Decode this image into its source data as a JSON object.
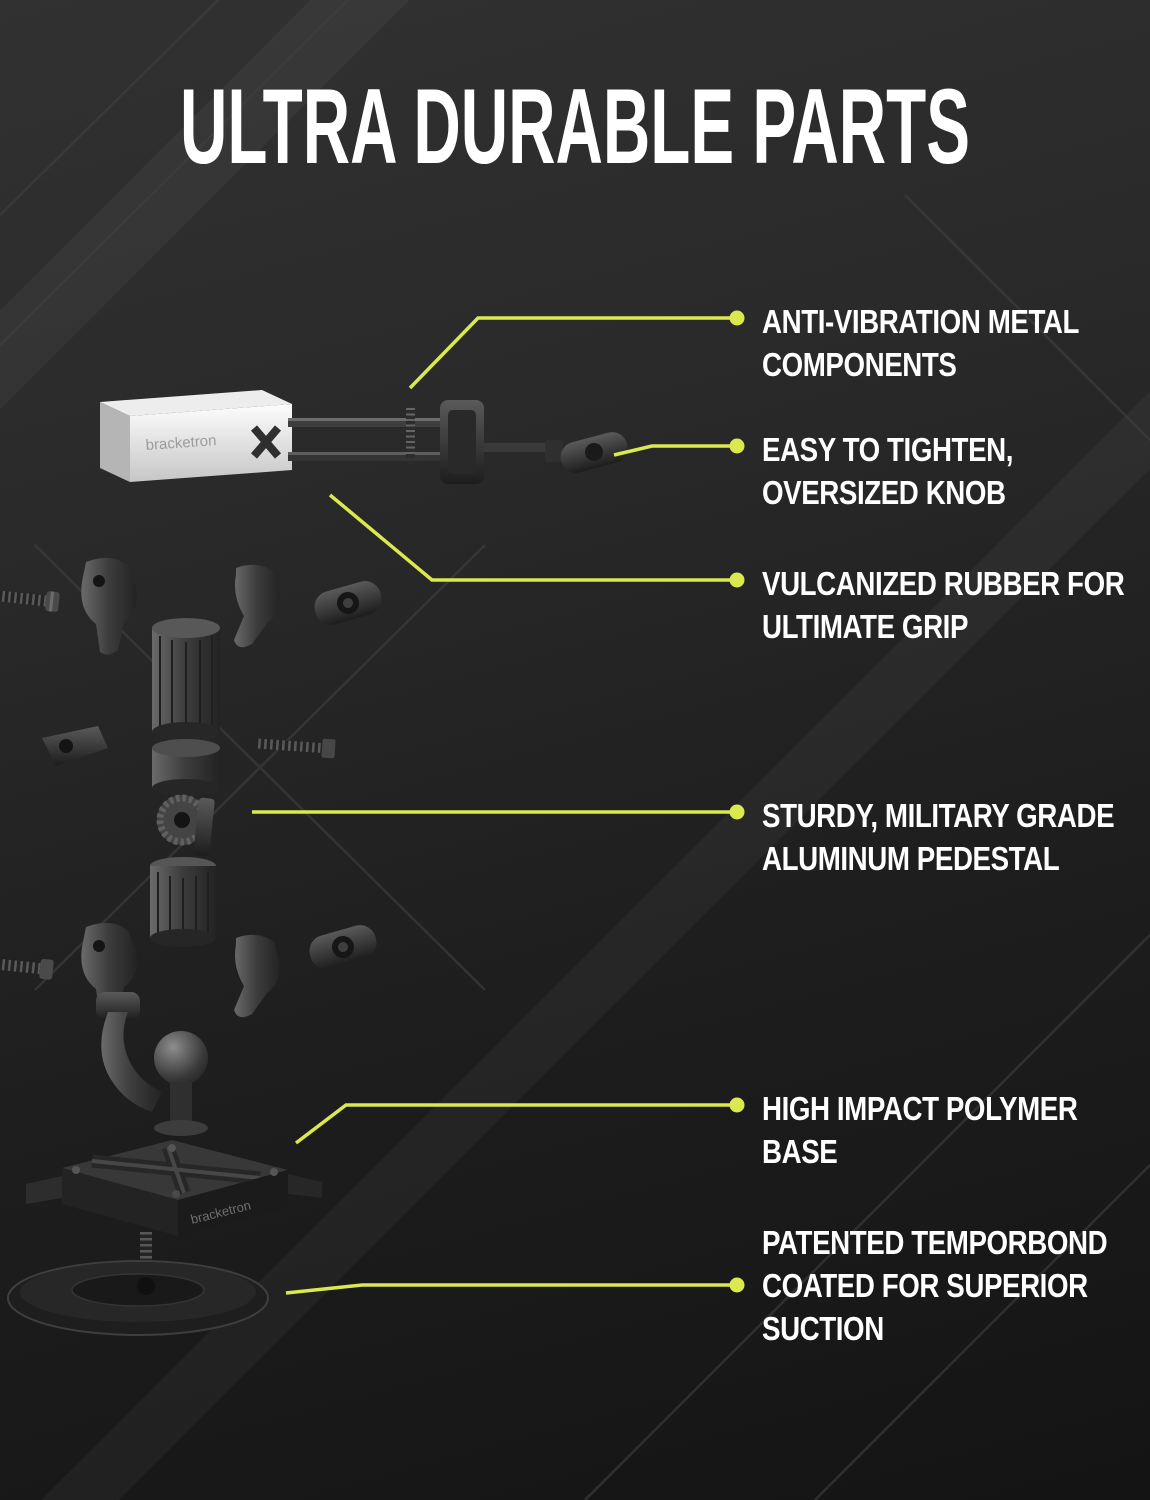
{
  "title": "ULTRA DURABLE PARTS",
  "accent_color": "#d9e94e",
  "brand": "bracketron",
  "callouts": [
    {
      "label": "ANTI-VIBRATION METAL COMPONENTS",
      "lines": [
        "ANTI-VIBRATION METAL",
        "COMPONENTS"
      ]
    },
    {
      "label": "EASY TO TIGHTEN, OVERSIZED KNOB",
      "lines": [
        "EASY TO TIGHTEN,",
        "OVERSIZED KNOB"
      ]
    },
    {
      "label": "VULCANIZED RUBBER FOR ULTIMATE GRIP",
      "lines": [
        "VULCANIZED RUBBER FOR",
        "ULTIMATE GRIP"
      ]
    },
    {
      "label": "STURDY, MILITARY GRADE ALUMINUM PEDESTAL",
      "lines": [
        "STURDY, MILITARY GRADE",
        "ALUMINUM PEDESTAL"
      ]
    },
    {
      "label": "HIGH IMPACT POLYMER BASE",
      "lines": [
        "HIGH IMPACT POLYMER",
        "BASE"
      ]
    },
    {
      "label": "PATENTED TEMPORBOND COATED FOR SUPERIOR SUCTION",
      "lines": [
        "PATENTED TEMPORBOND",
        "COATED FOR SUPERIOR",
        "SUCTION"
      ]
    }
  ]
}
